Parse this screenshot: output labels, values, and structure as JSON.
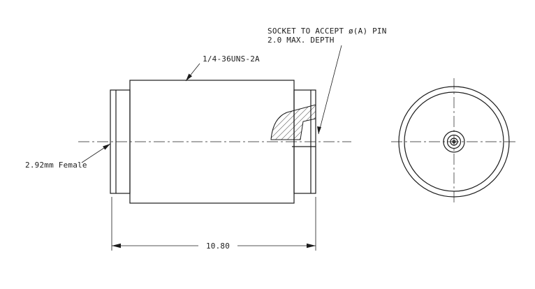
{
  "drawing": {
    "annotations": {
      "socket_note_line1": "SOCKET TO ACCEPT ø(A) PIN",
      "socket_note_line2": "2.0 MAX. DEPTH",
      "thread_callout": "1/4-36UNS-2A",
      "connector_label": "2.92mm Female"
    },
    "dimensions": {
      "overall_length": "10.80"
    },
    "colors": {
      "line": "#1c1c1c",
      "background": "#ffffff"
    }
  }
}
